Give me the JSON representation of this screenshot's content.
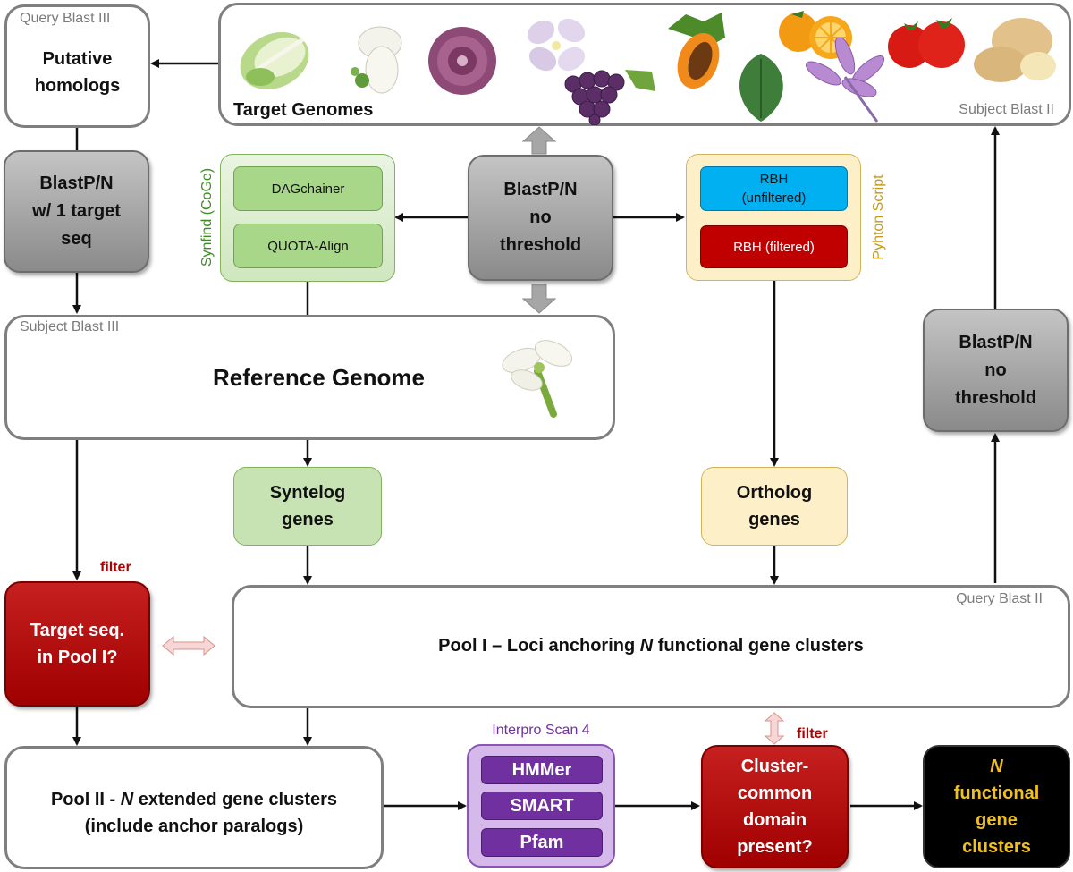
{
  "target_genomes": {
    "title": "Target Genomes",
    "corner_label": "Subject Blast II"
  },
  "putative": {
    "corner_label": "Query Blast III",
    "text": "Putative\nhomologs"
  },
  "blast_left": {
    "text": "BlastP/N\nw/ 1 target\nseq"
  },
  "blast_center": {
    "text": "BlastP/N\nno\nthreshold"
  },
  "blast_right": {
    "text": "BlastP/N\nno\nthreshold"
  },
  "synfind": {
    "side_label": "Synfind (CoGe)",
    "items": [
      "DAGchainer",
      "QUOTA-Align"
    ]
  },
  "rbh": {
    "side_label": "Pyhton Script",
    "unfiltered": "RBH\n(unfiltered)",
    "filtered": "RBH (filtered)"
  },
  "reference": {
    "corner_label": "Subject Blast III",
    "title": "Reference Genome"
  },
  "syntelog": {
    "text": "Syntelog\ngenes"
  },
  "ortholog": {
    "text": "Ortholog\ngenes"
  },
  "filter_label_1": "filter",
  "filter_label_2": "filter",
  "target_seq": {
    "text": "Target seq.\nin Pool I?"
  },
  "pool1": {
    "corner_label": "Query Blast II",
    "pre": "Pool I – Loci anchoring ",
    "n": "N",
    "post": " functional gene clusters"
  },
  "pool2": {
    "line1_pre": "Pool II - ",
    "n": "N",
    "line1_post": " extended gene clusters",
    "line2": "(include anchor paralogs)"
  },
  "interpro": {
    "title": "Interpro Scan 4",
    "items": [
      "HMMer",
      "SMART",
      "Pfam"
    ]
  },
  "cluster_common": {
    "text": "Cluster-\ncommon\ndomain\npresent?"
  },
  "final": {
    "n": "N",
    "text": "functional\ngene\nclusters"
  },
  "colors": {
    "red": "#b00000",
    "gray": "#8c8c8c",
    "purple": "#7030a0",
    "gold": "#f0c020",
    "blue": "#00b0f0"
  },
  "images": [
    "cabbage-image",
    "white-flower-image",
    "purple-flower-image",
    "lilac-flower-image",
    "papaya-image",
    "grapes-image",
    "leaf-image",
    "orange-image",
    "saffron-flower-image",
    "tomato-image",
    "potato-image",
    "arabidopsis-flower-image"
  ]
}
